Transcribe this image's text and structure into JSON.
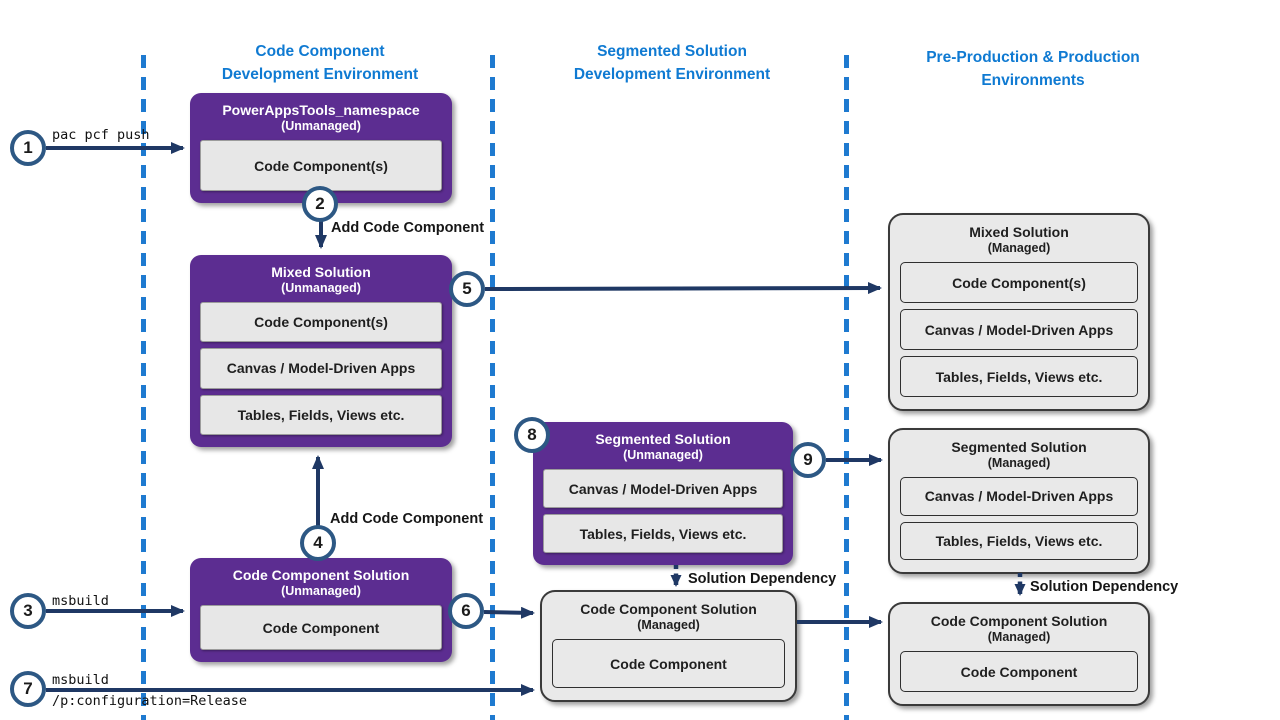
{
  "diagram": {
    "columns": {
      "col1": "Code Component\nDevelopment Environment",
      "col2": "Segmented Solution\nDevelopment Environment",
      "col3": "Pre-Production & Production\nEnvironments"
    },
    "boxes": {
      "b0": {
        "title": "PowerAppsTools_namespace",
        "subtitle": "(Unmanaged)",
        "items": [
          "Code Component(s)"
        ]
      },
      "b1": {
        "title": "Mixed Solution",
        "subtitle": "(Unmanaged)",
        "items": [
          "Code Component(s)",
          "Canvas / Model-Driven Apps",
          "Tables, Fields, Views etc."
        ]
      },
      "b2": {
        "title": "Code Component Solution",
        "subtitle": "(Unmanaged)",
        "items": [
          "Code Component"
        ]
      },
      "b3": {
        "title": "Segmented Solution",
        "subtitle": "(Unmanaged)",
        "items": [
          "Canvas / Model-Driven Apps",
          "Tables, Fields, Views etc."
        ]
      },
      "b4": {
        "title": "Code Component Solution",
        "subtitle": "(Managed)",
        "items": [
          "Code Component"
        ]
      },
      "b5": {
        "title": "Mixed Solution",
        "subtitle": "(Managed)",
        "items": [
          "Code Component(s)",
          "Canvas / Model-Driven Apps",
          "Tables, Fields, Views etc."
        ]
      },
      "b6": {
        "title": "Segmented Solution",
        "subtitle": "(Managed)",
        "items": [
          "Canvas / Model-Driven Apps",
          "Tables, Fields, Views etc."
        ]
      },
      "b7": {
        "title": "Code Component Solution",
        "subtitle": "(Managed)",
        "items": [
          "Code Component"
        ]
      }
    },
    "steps": {
      "s1": "1",
      "s2": "2",
      "s3": "3",
      "s4": "4",
      "s5": "5",
      "s6": "6",
      "s7": "7",
      "s8": "8",
      "s9": "9"
    },
    "labels": {
      "pac_pcf_push": "pac pcf push",
      "msbuild_step3": "msbuild",
      "msbuild_step7_line1": "msbuild",
      "msbuild_step7_line2": "/p:configuration=Release",
      "add_code_component_step2": "Add Code Component",
      "add_code_component_step4": "Add Code Component",
      "solution_dependency_mid": "Solution Dependency",
      "solution_dependency_right": "Solution Dependency"
    },
    "colors": {
      "purple": "#5C2D91",
      "managed_gray": "#E9E9E9",
      "arrow_navy": "#1F3864",
      "circle_border": "#2D5884",
      "header_blue": "#0F7AD2",
      "dashed_blue": "#1E7AD0"
    }
  }
}
